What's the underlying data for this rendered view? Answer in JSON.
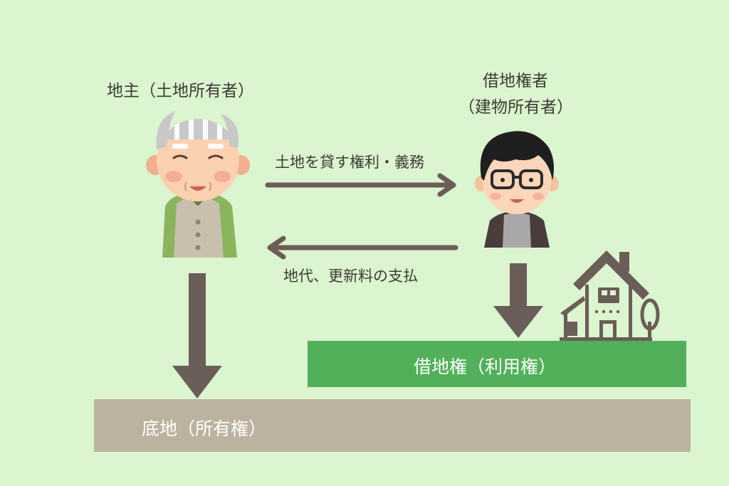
{
  "landowner": {
    "label": "地主（土地所有者）"
  },
  "tenant": {
    "label_line1": "借地権者",
    "label_line2": "（建物所有者）"
  },
  "arrows": {
    "to_tenant_label": "土地を貸す権利・義務",
    "to_landowner_label": "地代、更新料の支払"
  },
  "leasehold_bar": {
    "label": "借地権（利用権）"
  },
  "land_bar": {
    "label": "底地（所有権）"
  },
  "colors": {
    "background": "#daf5cf",
    "arrow": "#6b5d57",
    "leasehold_bar": "#52b05a",
    "land_bar": "#bdb29f"
  }
}
